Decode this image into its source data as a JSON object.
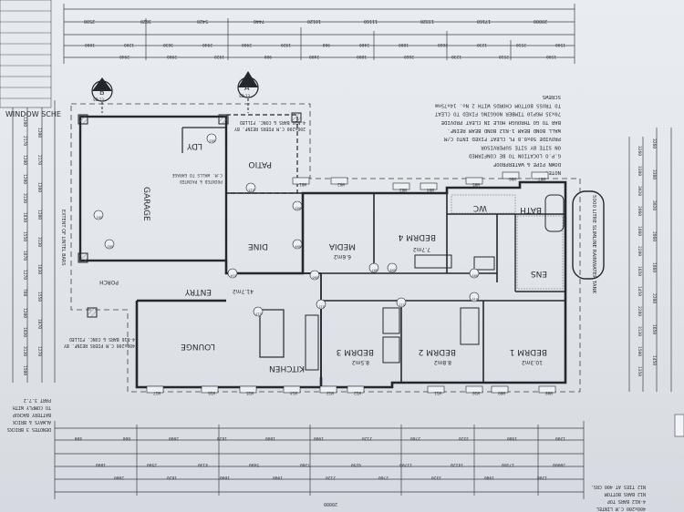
{
  "rooms": [
    {
      "id": "garage",
      "label": "GARAGE"
    },
    {
      "id": "ldy",
      "label": "LDY"
    },
    {
      "id": "patio",
      "label": "PATIO"
    },
    {
      "id": "dine",
      "label": "DINE"
    },
    {
      "id": "media",
      "label": "MEDIA"
    },
    {
      "id": "bedrm4",
      "label": "BEDRM 4"
    },
    {
      "id": "bath",
      "label": "BATH"
    },
    {
      "id": "wc",
      "label": "WC"
    },
    {
      "id": "ens",
      "label": "ENS"
    },
    {
      "id": "bedrm1",
      "label": "BEDRM 1"
    },
    {
      "id": "bedrm2",
      "label": "BEDRM 2"
    },
    {
      "id": "bedrm3",
      "label": "BEDRM 3"
    },
    {
      "id": "kitchen",
      "label": "KITCHEN"
    },
    {
      "id": "lounge",
      "label": "LOUNGE"
    },
    {
      "id": "entry",
      "label": "ENTRY"
    },
    {
      "id": "porch",
      "label": "PORCH"
    }
  ],
  "areas": {
    "media": "6.6m2",
    "bedrm4": "7.7m2",
    "bedrm1": "10.3m2",
    "bedrm2": "8.8m2",
    "bedrm3": "8.5m2",
    "entry": "41.7m2"
  },
  "sections": {
    "a": "A",
    "b": "B",
    "a_sheet": "SD 13",
    "b_sheet": "SD 13"
  },
  "tank_label": "5000 LITRE SLIMLINE RAINWATER TANK",
  "notes": [
    "NOTE:",
    "DOWN PIPE & WATERPROOF",
    "G.P.O LOCATION TO BE CONFIRMED",
    "ON SITE BY SITE SUPERVISOR",
    "PROVIDE 50x0.8 FL CLEAT FIXED INTO C/M",
    "WALL BOND BEAM 1-N12 BOND BEAM REINF.",
    "BAR TO GO THROUGH HOLE IN CLEAT PROVIDE",
    "70x35 MGP10 TIMBER NOGGING FIXED TO CLEAT",
    "TO TRUSS BOTTOM CHORDS WITH 2 No. 14x75mm",
    "SCREWS"
  ],
  "garage_notes": [
    "200x200 C.M PIERS REINF. BY",
    "4-N16 BARS & CONC. FILLED"
  ],
  "porch_notes": [
    "400x200 C.M PIERS REINF. BY",
    "4-N16 BARS & CONC. FILLED"
  ],
  "garage_wall_note": [
    "POINTED & PAINTED",
    "C.M. WALLS TO GARAGE"
  ],
  "lintel_note": "EXTENT OF LINTEL BARS",
  "schedule_title": "WINDOW SCHE",
  "bottom_notes": [
    "400x200 C.M LINTEL",
    "4-N12 BARS TOP",
    "N12 BARS BOTTOM",
    "N12 TIES AT 400 CRS."
  ],
  "bottom_left_notes": [
    "DENOTES 3 BRICKS",
    "ALWAYS & BRICK",
    "BATTERY BACKUP",
    "TO COMPLY WITH",
    "PART 3.7.2"
  ],
  "dims": {
    "top": [
      "20000",
      "17160",
      "13320",
      "11160",
      "10120",
      "7440",
      "5420",
      "3620",
      "2500"
    ],
    "top_row": [
      "1500",
      "2510",
      "1230",
      "2660",
      "1800",
      "2400",
      "900",
      "1920",
      "2900",
      "2940",
      "3630",
      "1200",
      "1000"
    ],
    "bottom": [
      "20000",
      "17160",
      "14120",
      "11700",
      "9250",
      "7260",
      "5400",
      "4130",
      "2500",
      "1800"
    ],
    "bottom_row": [
      "1200",
      "1980",
      "3320",
      "2760",
      "2120",
      "1900",
      "1600",
      "1620",
      "2000",
      "600",
      "400"
    ],
    "left": [
      "1200",
      "2170",
      "1200",
      "1200",
      "3130",
      "1830",
      "1550",
      "1870",
      "1270",
      "780",
      "1200",
      "1030",
      "3130",
      "1500"
    ],
    "right": [
      "3260",
      "3380",
      "3020",
      "2860",
      "1860",
      "2200",
      "1650",
      "1450",
      "2280",
      "3130",
      "1500",
      "1350"
    ]
  },
  "windows": [
    "W01",
    "W02",
    "W03",
    "W04",
    "W05",
    "W06",
    "W07",
    "W08",
    "W09",
    "W10",
    "W11",
    "W12",
    "W13",
    "W14",
    "W15",
    "W16",
    "W17"
  ],
  "doors": [
    "D01",
    "D02",
    "D03",
    "D04",
    "D05",
    "D06",
    "D07",
    "D08",
    "D09",
    "D10",
    "D11",
    "D12",
    "D13",
    "D14",
    "D15"
  ]
}
